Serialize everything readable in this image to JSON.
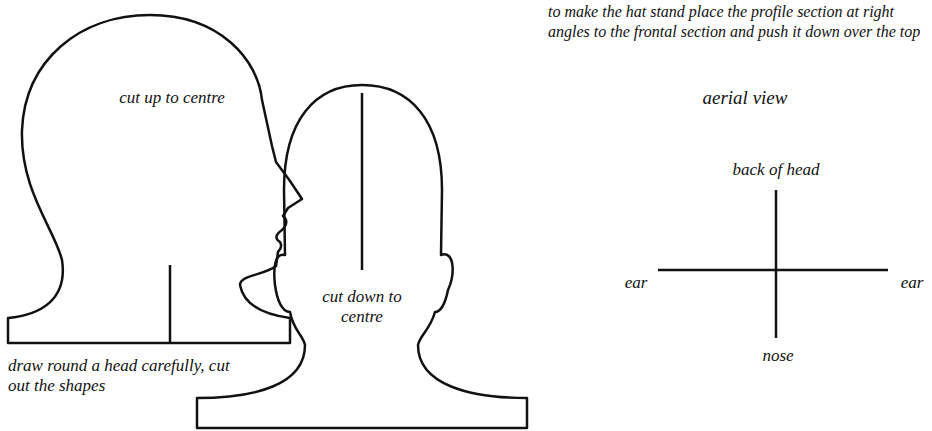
{
  "diagram": {
    "nodes": [
      {
        "text": [
          "cut up to centre"
        ]
      },
      {
        "text": [
          "cut down to centre"
        ]
      }
    ],
    "labels": [
      "to make the hat stand place the profile section at right angles to the frontal section and push it down over the top",
      "aerial view",
      "back of head",
      "ear",
      "ear",
      "nose",
      "draw round a head carefully, cut out the shapes"
    ]
  }
}
